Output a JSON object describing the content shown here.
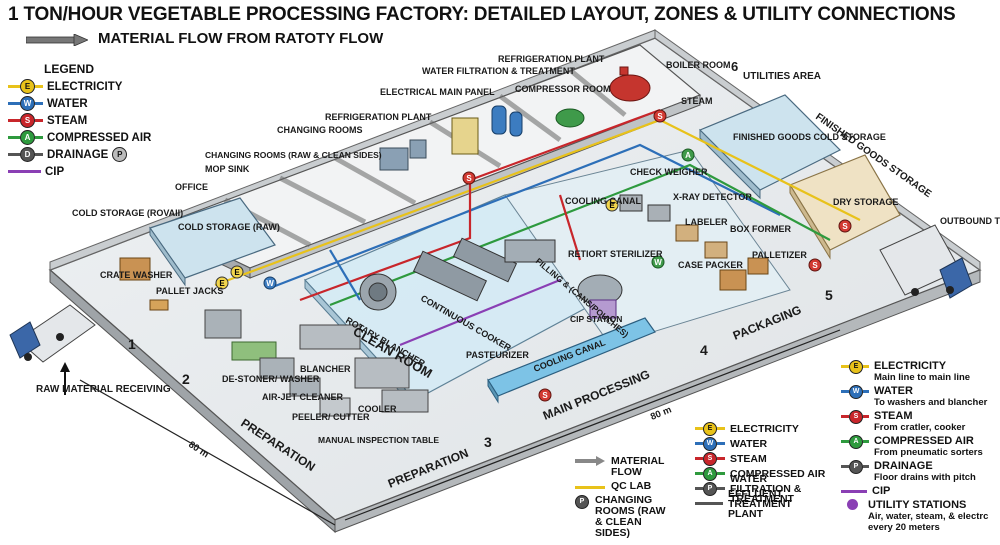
{
  "title": "1 TON/HOUR VEGETABLE PROCESSING FACTORY: DETAILED LAYOUT, ZONES & UTILITY CONNECTIONS",
  "subtitle": "MATERIAL FLOW FROM RATOTY FLOW",
  "colors": {
    "electricity": "#e8c21a",
    "water": "#2d6fb8",
    "steam": "#c8262b",
    "compressed_air": "#2e9a3e",
    "drainage": "#555555",
    "cip": "#8a3fb4",
    "floor": "#e9ecee",
    "wall_top": "#bfc3c6",
    "wall_side": "#9fa4a8",
    "clean_room": "#cfe6f1",
    "cold": "#cde3ee",
    "dry": "#efe2c4"
  },
  "legend": {
    "header": "LEGEND",
    "items": [
      {
        "code": "E",
        "label": "ELECTRICITY",
        "color": "#e8c21a"
      },
      {
        "code": "W",
        "label": "WATER",
        "color": "#2d6fb8"
      },
      {
        "code": "S",
        "label": "STEAM",
        "color": "#c8262b"
      },
      {
        "code": "A",
        "label": "COMPRESSED AIR",
        "color": "#2e9a3e"
      },
      {
        "code": "D",
        "label": "DRAINAGE",
        "color": "#555555",
        "extra": "P"
      },
      {
        "code": "",
        "label": "CIP",
        "color": "#8a3fb4"
      }
    ]
  },
  "rooms": {
    "cold_storage_rovail": "COLD STORAGE (ROVAII)",
    "cold_storage_raw": "COLD STORAGE (RAW)",
    "office": "OFFICE",
    "mop_sink": "MOP SINK",
    "changing_rooms_sides": "CHANGING ROOMS (RAW & CLEAN SIDES)",
    "changing_rooms": "CHANGING ROOMS",
    "refrigeration_plant_1": "REFRIGERATION PLANT",
    "electrical_main_panel": "ELECTRICAL MAIN PANEL",
    "water_filtration": "WATER FILTRATION & TREATMENT",
    "refrigeration_plant_2": "REFRIGERATION PLANT",
    "compressor_room": "COMPRESSOR ROOM",
    "boiler_room": "BOILER ROOM",
    "utilities_area": "UTILITIES AREA",
    "utilities_num": "6",
    "steam": "STEAM",
    "finished_goods_storage": "FINISHED GOODS STORAGE",
    "finished_goods_cold": "FINISHED GOODS COLD STORAGE",
    "dry_storage": "DRY STORAGE",
    "outbound_dock": "OUTBOUND TRUCK DOCK",
    "crate_washer": "CRATE WASHER",
    "pallet_jacks": "PALLET JACKS",
    "raw_material_receiving": "RAW MATERIAL RECEIVING",
    "de_stoner": "DE-STONER/ WASHER",
    "air_jet": "AIR-JET CLEANER",
    "peeler": "PEELER/ CUTTER",
    "manual_inspection": "MANUAL INSPECTION TABLE",
    "blancher": "BLANCHER",
    "cooler": "COOLER",
    "clean_room": "CLEAN ROOM",
    "rotary_blancher": "ROTARY BLANCHER",
    "continuous_cooker": "CONTINUOUS COOKER",
    "pasteurizer": "PASTEURIZER",
    "filling": "FILLING & (CANS/POUCHES)",
    "retort": "RETIORT STERILIZER",
    "cip_station": "CIP STATION",
    "cooling_canal": "COOLING CANAL",
    "cooling_canal_2": "COOLING CANAL",
    "check_weigher": "CHECK WEIGHER",
    "xray": "X-RAY DETECTOR",
    "labeler": "LABELER",
    "box_former": "BOX FORMER",
    "case_packer": "CASE PACKER",
    "palletizer": "PALLETIZER",
    "packaging": "PACKAGING",
    "main_processing": "MAIN PROCESSING",
    "preparation_1": "PREPARATION",
    "preparation_2": "PREPARATION",
    "dim_80a": "80 m",
    "dim_80b": "80 m",
    "zone_1": "1",
    "zone_2": "2",
    "zone_3": "3",
    "zone_4": "4",
    "zone_5": "5"
  },
  "bottom_legend": {
    "col1": [
      {
        "kind": "arrow",
        "label": "MATERIAL FLOW"
      },
      {
        "kind": "line",
        "color": "#e8c21a",
        "label": "QC LAB"
      },
      {
        "kind": "circle",
        "code": "P",
        "label": "CHANGING ROOMS (RAW & CLEAN SIDES)"
      }
    ],
    "col2": [
      {
        "code": "E",
        "color": "#e8c21a",
        "label": "ELECTRICITY"
      },
      {
        "code": "W",
        "color": "#2d6fb8",
        "label": "WATER"
      },
      {
        "code": "S",
        "color": "#c8262b",
        "label": "STEAM"
      },
      {
        "code": "A",
        "color": "#2e9a3e",
        "label": "COMPRESSED AIR"
      },
      {
        "code": "P",
        "color": "#555555",
        "label": "WATER FILTRATION & TREATMENT"
      },
      {
        "code": "",
        "color": "#555555",
        "label": "EFFLUENT TREATMENT PLANT"
      }
    ]
  },
  "right_legend": [
    {
      "code": "E",
      "color": "#e8c21a",
      "label": "ELECTRICITY",
      "desc": "Main line to main line"
    },
    {
      "code": "W",
      "color": "#2d6fb8",
      "label": "WATER",
      "desc": "To washers and blancher"
    },
    {
      "code": "S",
      "color": "#c8262b",
      "label": "STEAM",
      "desc": "From cratler, cooker"
    },
    {
      "code": "A",
      "color": "#2e9a3e",
      "label": "COMPRESSED AIR",
      "desc": "From pneumatic sorters"
    },
    {
      "code": "P",
      "color": "#555555",
      "label": "DRAINAGE",
      "desc": "Floor drains with pitch"
    },
    {
      "code": "",
      "color": "#8a3fb4",
      "label": "CIP",
      "desc": ""
    },
    {
      "code": "dot",
      "color": "#8a3fb4",
      "label": "UTILITY STATIONS",
      "desc": "Air, water, steam, & electrc every 20 meters"
    }
  ]
}
